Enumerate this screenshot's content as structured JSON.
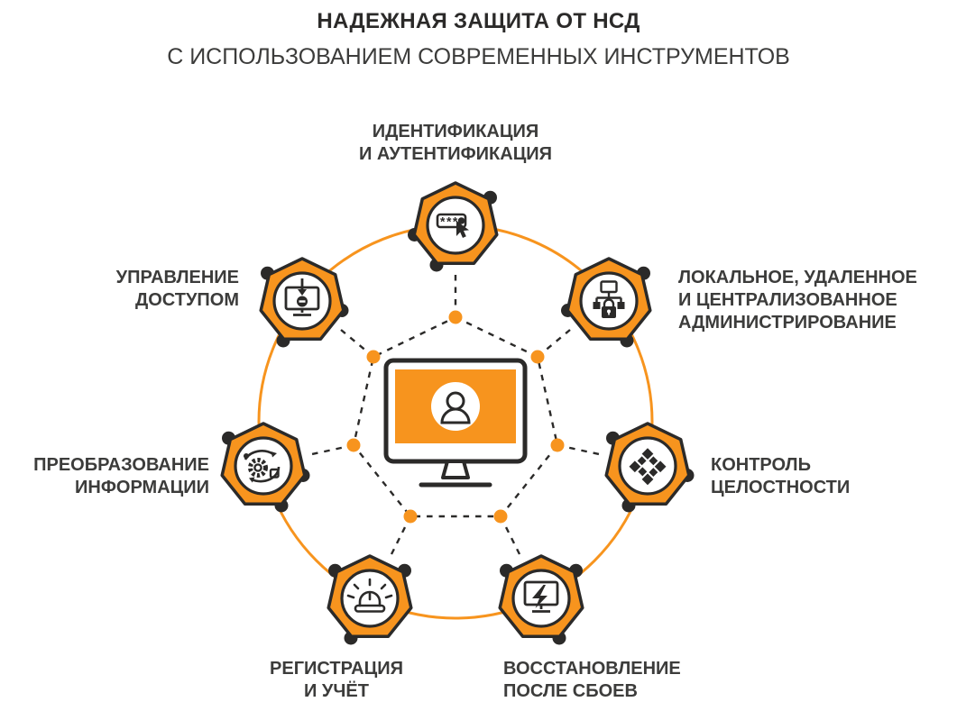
{
  "title": {
    "line1": "НАДЕЖНАЯ ЗАЩИТА ОТ НСД",
    "line2": "С ИСПОЛЬЗОВАНИЕМ СОВРЕМЕННЫХ ИНСТРУМЕНТОВ"
  },
  "colors": {
    "accent_orange": "#F7941E",
    "outline_dark": "#2B2A29",
    "label_text": "#3C3C3B",
    "background": "#FFFFFF"
  },
  "center": {
    "icon": "central-monitor-user-icon"
  },
  "nodes": [
    {
      "id": "identification",
      "icon": "password-entry-icon",
      "label": "ИДЕНТИФИКАЦИЯ\nИ АУТЕНТИФИКАЦИЯ",
      "mask_text": "***"
    },
    {
      "id": "administration",
      "icon": "network-lock-icon",
      "label": "ЛОКАЛЬНОЕ, УДАЛЕННОЕ\nИ ЦЕНТРАЛИЗОВАННОЕ\nАДМИНИСТРИРОВАНИЕ"
    },
    {
      "id": "integrity",
      "icon": "integrity-blocks-icon",
      "label": "КОНТРОЛЬ\nЦЕЛОСТНОСТИ"
    },
    {
      "id": "recovery",
      "icon": "failure-recovery-icon",
      "label": "ВОССТАНОВЛЕНИЕ\nПОСЛЕ СБОЕВ"
    },
    {
      "id": "registration",
      "icon": "alarm-icon",
      "label": "РЕГИСТРАЦИЯ\nИ УЧЁТ"
    },
    {
      "id": "transformation",
      "icon": "data-transform-icon",
      "label": "ПРЕОБРАЗОВАНИЕ\nИНФОРМАЦИИ"
    },
    {
      "id": "access-control",
      "icon": "access-management-icon",
      "label": "УПРАВЛЕНИЕ\nДОСТУПОМ"
    }
  ]
}
